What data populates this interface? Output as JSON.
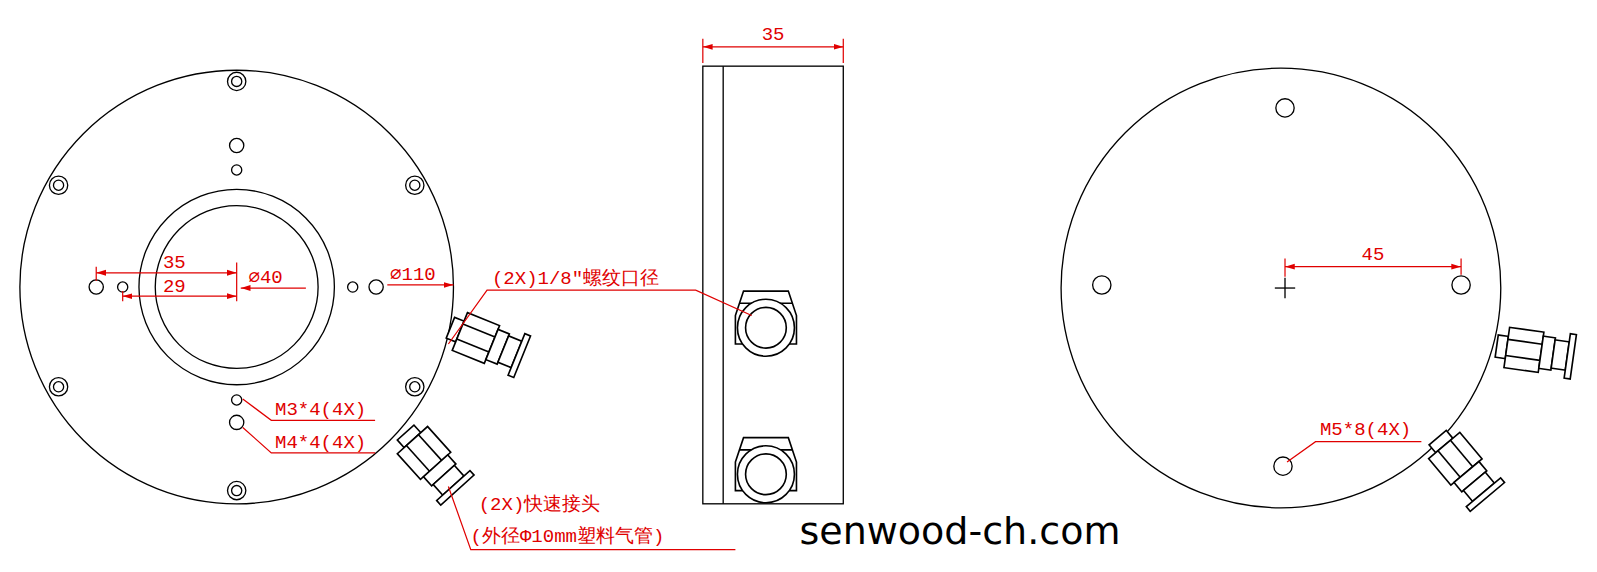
{
  "diagram": {
    "labels": [
      "35",
      "29",
      "⌀40",
      "⌀110",
      "(2X)1/8″螺纹口径",
      "M3*4(4X)",
      "M4*4(4X)",
      "(2X)快速接头",
      "(外径Φ10mm塑料气管)",
      "35",
      "45",
      "M5*8(4X)",
      "senwood-ch.com"
    ]
  }
}
